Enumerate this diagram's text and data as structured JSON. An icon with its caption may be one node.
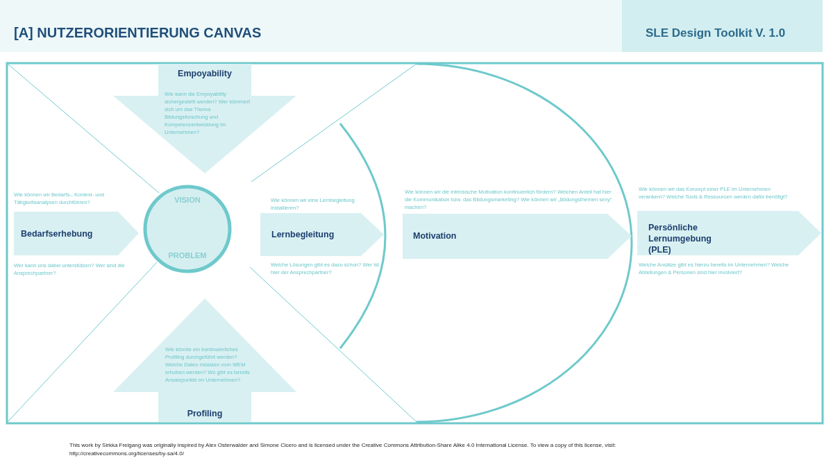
{
  "diagram": {
    "title": "[A] NUTZERORIENTIERUNG CANVAS",
    "nodes": [
      {
        "text": [
          "Empoyability",
          "Wie kann die Empoyability sichergestellt werden? Wer kümmert sich um das Thema Bildungsforschung und Kompetenzentwicklung im Unternehmen?"
        ]
      },
      {
        "text": [
          "VISION",
          "PROBLEM"
        ]
      },
      {
        "text": [
          "Bedarfserhebung"
        ],
        "beside": [
          "Wie können wir Bedarfs-, Kontext- und Tätigkeitsanalysen durchführen?",
          "Wer kann uns dabei unterstützen? Wer sind die Ansprechpartner?"
        ]
      },
      {
        "text": [
          "Lernbegleitung"
        ],
        "beside": [
          "Wie können wir eine Lernbegleitung installieren?",
          "Welche Lösungen gibt es dazu schon? Wer ist hier der Ansprechpartner?"
        ]
      },
      {
        "text": [
          "Motivation"
        ],
        "beside": [
          "Wie können wir die intrinsische Motivation kontinuierlich fördern? Welchen Anteil hat hier die Kommunikation bzw. das Bildungsmarketing? Wie können wir „Bildungsthemen sexy“ machen?"
        ]
      },
      {
        "text": [
          "Persönliche Lernumgebung (PLE)"
        ],
        "beside": [
          "Wie können wir das Konzept einer PLE im Unternehmen verankern? Welche Tools & Ressourcen werden dafür benötigt?",
          "Welche Ansätze gibt es hierzu bereits im Unternehmen? Welche Abteilungen & Personen sind hier involviert?"
        ]
      },
      {
        "text": [
          "Wie könnte ein kontinuierliches Profiling durchgeführt werden? Welche Daten müssten vom WEM erhoben werden? Wo gibt es bereits Ansatzpunkte im Unternehmen?",
          "Profiling"
        ]
      }
    ],
    "edges": [],
    "labels": [
      "SLE Design Toolkit V. 1.0",
      "This work by Sirkka Freigang was originally inspired by Alex Osterwalder and Simone Cicero and is licensed under the Creative Commons Attribution-Share Alike 4.0 International License. To view a copy of this license, visit: http://creativecommons.org/licenses/by-sa/4.0/"
    ]
  }
}
